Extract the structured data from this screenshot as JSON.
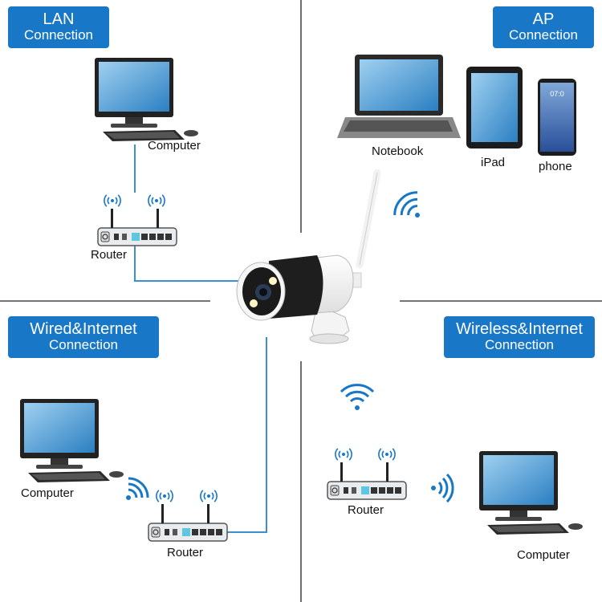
{
  "sections": {
    "lan": {
      "title": "LAN",
      "subtitle": "Connection"
    },
    "ap": {
      "title": "AP",
      "subtitle": "Connection"
    },
    "wired": {
      "title": "Wired&Internet",
      "subtitle": "Connection"
    },
    "wireless": {
      "title": "Wireless&Internet",
      "subtitle": "Connection"
    }
  },
  "devices": {
    "lan_computer": "Computer",
    "lan_router": "Router",
    "notebook": "Notebook",
    "ipad": "iPad",
    "phone": "phone",
    "wired_computer": "Computer",
    "wired_router": "Router",
    "wireless_router": "Router",
    "wireless_computer": "Computer"
  },
  "phone_screen": {
    "time": "07:0",
    "date": ""
  },
  "colors": {
    "badge": "#1877c6",
    "cable": "#3a8fd6",
    "wifi": "#1877c6"
  }
}
